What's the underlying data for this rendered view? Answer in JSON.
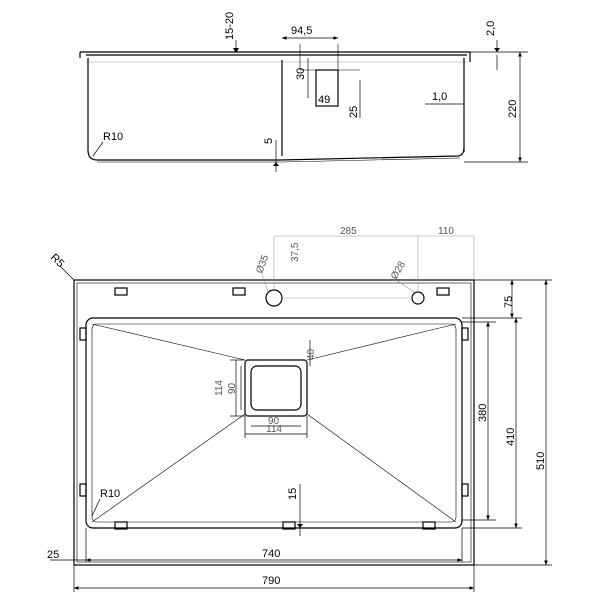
{
  "side_view": {
    "top_gap": "15-20",
    "width_94_5": "94,5",
    "thickness": "2,0",
    "height_30": "30",
    "width_49": "49",
    "height_25": "25",
    "wall_1_0": "1,0",
    "depth_220": "220",
    "radius": "R10",
    "bottom_5": "5"
  },
  "top_view": {
    "corner_radius": "R5",
    "hole_large": "Ø35",
    "offset_37_5": "37,5",
    "spacing_285": "285",
    "offset_110": "110",
    "hole_small": "Ø28",
    "deck_75": "75",
    "drain_114_h": "114",
    "drain_90_h": "90",
    "drain_40": "40",
    "drain_90_w": "90",
    "drain_114_w": "114",
    "inner_380": "380",
    "mid_410": "410",
    "outer_510": "510",
    "radius_bottom": "R10",
    "bottom_15": "15",
    "left_25": "25",
    "width_740": "740",
    "width_790": "790"
  }
}
